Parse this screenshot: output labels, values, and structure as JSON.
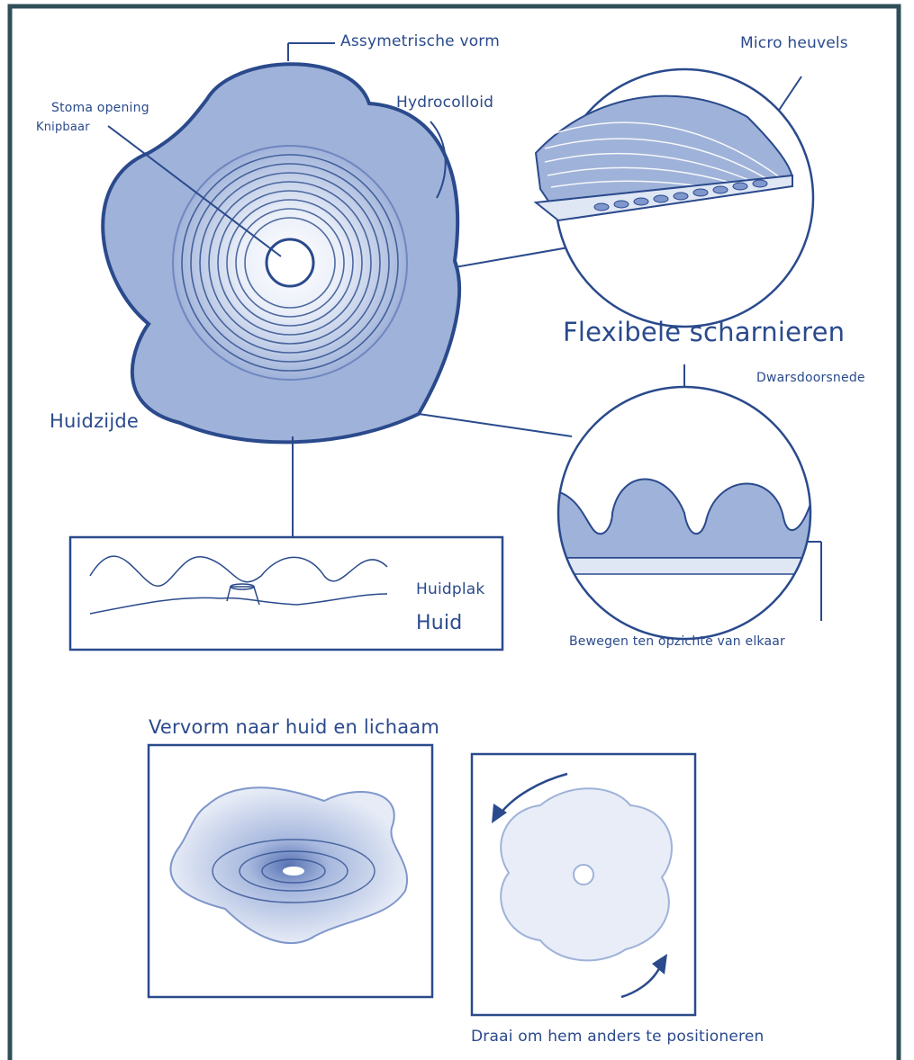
{
  "colors": {
    "ink": "#2a4a8c",
    "fill": "#9fb2d9",
    "fill_dark": "#7f97cc",
    "light": "#dfe6f4",
    "frame": "#2f4f57"
  },
  "labels": {
    "assymetrische_vorm": "Assymetrische vorm",
    "micro_heuvels": "Micro heuvels",
    "stoma_opening": "Stoma opening",
    "knipbaar": "Knipbaar",
    "hydrocolloid": "Hydrocolloid",
    "flexibele_scharnieren": "Flexibele scharnieren",
    "dwarsdoorsnede": "Dwarsdoorsnede",
    "huidzijde": "Huidzijde",
    "huidplak": "Huidplak",
    "huid": "Huid",
    "bewegen": "Bewegen ten opzichte van elkaar",
    "vervorm": "Vervorm naar huid en lichaam",
    "draai": "Draai om hem anders te positioneren"
  }
}
